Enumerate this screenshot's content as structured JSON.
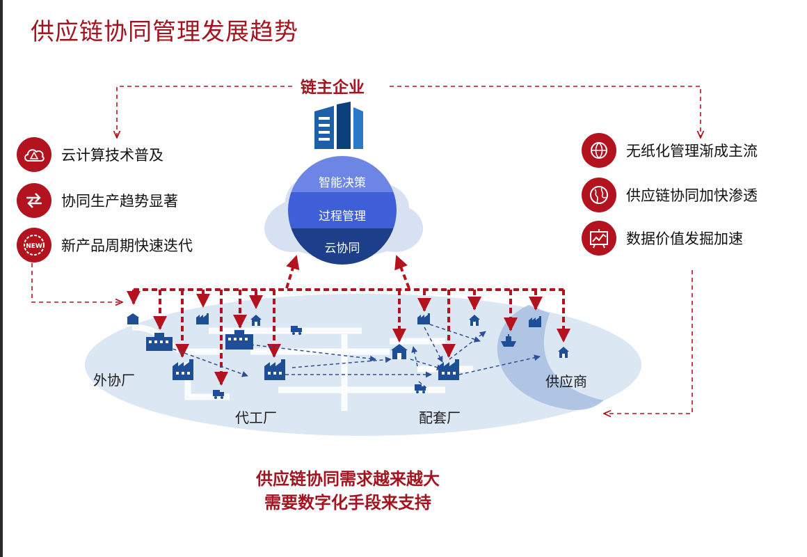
{
  "title": "供应链协同管理发展趋势",
  "core": {
    "label": "链主企业",
    "layers": [
      "智能决策",
      "过程管理",
      "云协同"
    ]
  },
  "left_items": [
    {
      "label": "云计算技术普及",
      "icon": "cloud-alert-icon"
    },
    {
      "label": "协同生产趋势显著",
      "icon": "exchange-arrows-icon"
    },
    {
      "label": "新产品周期快速迭代",
      "icon": "new-badge-icon"
    }
  ],
  "right_items": [
    {
      "label": "无纸化管理渐成主流",
      "icon": "globe-hand-icon"
    },
    {
      "label": "供应链协同加快渗透",
      "icon": "globe-icon"
    },
    {
      "label": "数据价值发掘加速",
      "icon": "chart-board-icon"
    }
  ],
  "nodes": {
    "outsourcing": "外协厂",
    "oem": "代工厂",
    "supporting": "配套厂",
    "supplier": "供应商"
  },
  "bottom_note": [
    "供应链协同需求越来越大",
    "需要数字化手段来支持"
  ],
  "colors": {
    "accent": "#a3141f",
    "navy": "#1d3f8a",
    "ellipse": "#dbe6f3"
  }
}
